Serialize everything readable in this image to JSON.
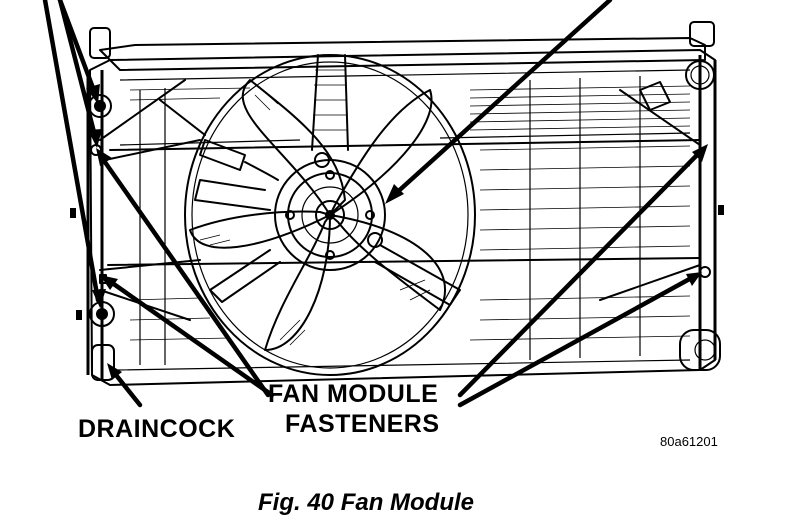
{
  "labels": {
    "draincock": "DRAINCOCK",
    "fan_module_line1": "FAN MODULE",
    "fan_module_line2": "FASTENERS",
    "figure_code": "80a61201",
    "caption": "Fig. 40 Fan Module"
  },
  "icons": {
    "fan": "fan-icon",
    "radiator": "radiator-icon",
    "arrows": "leader-arrow-icon"
  },
  "colors": {
    "ink": "#000000",
    "paper": "#ffffff"
  }
}
